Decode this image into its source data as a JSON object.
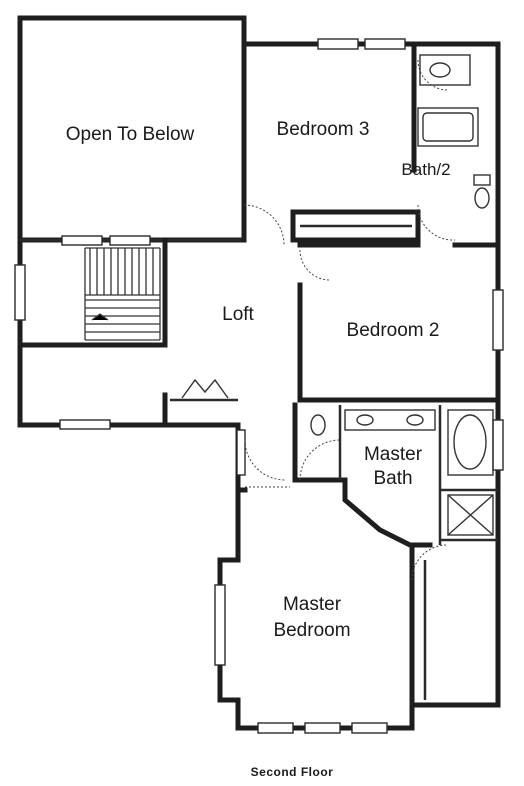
{
  "rooms": {
    "open_to_below": "Open To Below",
    "bedroom3": "Bedroom 3",
    "bath2": "Bath/2",
    "loft": "Loft",
    "bedroom2": "Bedroom 2",
    "master_bath_line1": "Master",
    "master_bath_line2": "Bath",
    "master_bedroom_line1": "Master",
    "master_bedroom_line2": "Bedroom"
  },
  "caption": "Second Floor"
}
